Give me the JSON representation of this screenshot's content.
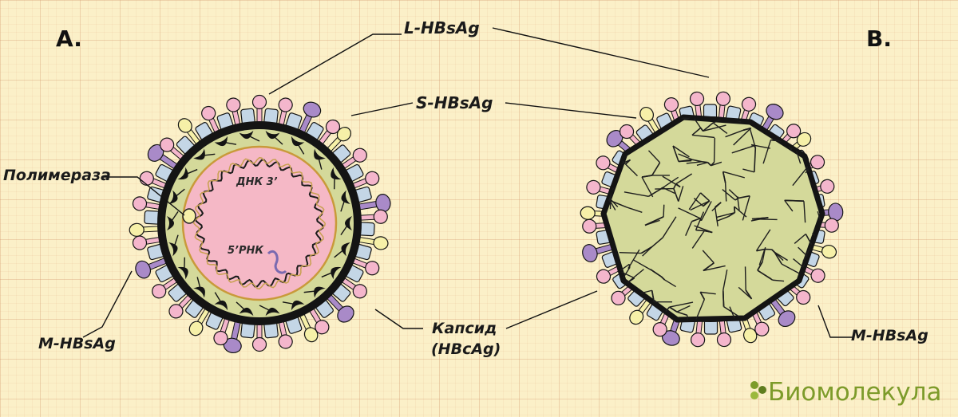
{
  "panels": {
    "a": "A.",
    "b": "B."
  },
  "labels": {
    "l_hbsag": "L-HBsAg",
    "s_hbsag": "S-HBsAg",
    "polymerase": "Полимераза",
    "m_hbsag_left": "M-HBsAg",
    "m_hbsag_right": "M-HBsAg",
    "capsid_line1": "Капсид",
    "capsid_line2": "(HBcAg)",
    "dna": "ДНК 3’",
    "rna": "5’РНК"
  },
  "logo": {
    "text": "Биомолекула"
  },
  "colors": {
    "background": "#fbf0c8",
    "pink": "#f4b6cc",
    "blue": "#c4d6e6",
    "purple": "#a98ac8",
    "yellow": "#f6f0a8",
    "capsid": "#d4d99a",
    "core": "#f5b8c6",
    "envelope": "#141414",
    "brand": "#7d9b2a"
  }
}
